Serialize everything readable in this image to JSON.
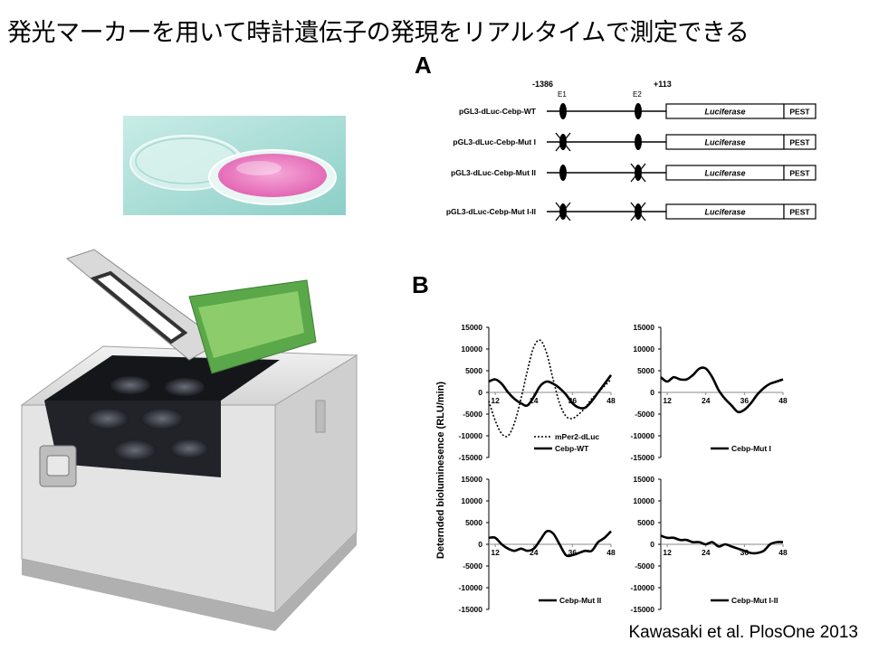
{
  "slide": {
    "title": "発光マーカーを用いて時計遺伝子の発現をリアルタイムで測定できる",
    "citation": "Kawasaki et al. PlosOne 2013"
  },
  "panelA": {
    "label": "A",
    "coord_start": "-1386",
    "coord_end": "+113",
    "enhancers": [
      "E1",
      "E2"
    ],
    "reporter_label": "Luciferase",
    "pest_label": "PEST",
    "constructs": [
      {
        "name": "pGL3-dLuc-Cebp-WT",
        "e1_mutated": false,
        "e2_mutated": false
      },
      {
        "name": "pGL3-dLuc-Cebp-Mut I",
        "e1_mutated": true,
        "e2_mutated": false
      },
      {
        "name": "pGL3-dLuc-Cebp-Mut II",
        "e1_mutated": false,
        "e2_mutated": true
      },
      {
        "name": "pGL3-dLuc-Cebp-Mut I-II",
        "e1_mutated": true,
        "e2_mutated": true
      }
    ]
  },
  "panelB": {
    "label": "B",
    "ylabel": "Deternded bioluminesence  (RLU/min)"
  },
  "chart_data": [
    {
      "type": "line",
      "xticks": [
        12,
        24,
        36,
        48
      ],
      "yticks": [
        15000,
        10000,
        5000,
        0,
        -5000,
        -10000,
        -15000
      ],
      "ylim": [
        -15000,
        15000
      ],
      "xlim": [
        10,
        48
      ],
      "series": [
        {
          "name": "mPer2-dLuc",
          "style": "dotted",
          "x": [
            10,
            12,
            14,
            16,
            18,
            20,
            22,
            24,
            26,
            28,
            30,
            32,
            34,
            36,
            38,
            40,
            42,
            44,
            46,
            48
          ],
          "y": [
            -2000,
            -6500,
            -9500,
            -10000,
            -7000,
            -1500,
            5000,
            10500,
            12000,
            9000,
            3000,
            -2500,
            -5500,
            -6000,
            -5000,
            -3500,
            -1500,
            0,
            1500,
            3000
          ]
        },
        {
          "name": "Cebp-WT",
          "style": "solid",
          "x": [
            10,
            12,
            14,
            16,
            18,
            20,
            22,
            24,
            26,
            28,
            30,
            32,
            34,
            36,
            38,
            40,
            42,
            44,
            46,
            48
          ],
          "y": [
            2500,
            3000,
            2000,
            0,
            -1500,
            -2500,
            -3000,
            -1000,
            1500,
            2500,
            2000,
            1000,
            -500,
            -2500,
            -3500,
            -3500,
            -2000,
            0,
            2000,
            4000
          ]
        }
      ]
    },
    {
      "type": "line",
      "xticks": [
        12,
        24,
        36,
        48
      ],
      "yticks": [
        15000,
        10000,
        5000,
        0,
        -5000,
        -10000,
        -15000
      ],
      "ylim": [
        -15000,
        15000
      ],
      "xlim": [
        10,
        48
      ],
      "series": [
        {
          "name": "Cebp-Mut I",
          "style": "solid",
          "x": [
            10,
            12,
            14,
            16,
            18,
            20,
            22,
            24,
            26,
            28,
            30,
            32,
            34,
            36,
            38,
            40,
            42,
            44,
            46,
            48
          ],
          "y": [
            3500,
            2500,
            3500,
            3000,
            3000,
            4000,
            5500,
            5500,
            3500,
            500,
            -1500,
            -3000,
            -4500,
            -4000,
            -2500,
            -500,
            1000,
            2000,
            2500,
            3000
          ]
        }
      ]
    },
    {
      "type": "line",
      "xticks": [
        12,
        24,
        36,
        48
      ],
      "yticks": [
        15000,
        10000,
        5000,
        0,
        -5000,
        -10000,
        -15000
      ],
      "ylim": [
        -15000,
        15000
      ],
      "xlim": [
        10,
        48
      ],
      "series": [
        {
          "name": "Cebp-Mut II",
          "style": "solid",
          "x": [
            10,
            12,
            14,
            16,
            18,
            20,
            22,
            24,
            26,
            28,
            30,
            32,
            34,
            36,
            38,
            40,
            42,
            44,
            46,
            48
          ],
          "y": [
            1500,
            1500,
            0,
            -1000,
            -1500,
            -1000,
            -1500,
            -1000,
            1000,
            3000,
            2500,
            0,
            -2500,
            -2500,
            -2000,
            -1500,
            -1500,
            500,
            1500,
            3000
          ]
        }
      ]
    },
    {
      "type": "line",
      "xticks": [
        12,
        24,
        36,
        48
      ],
      "yticks": [
        15000,
        10000,
        5000,
        0,
        -5000,
        -10000,
        -15000
      ],
      "ylim": [
        -15000,
        15000
      ],
      "xlim": [
        10,
        48
      ],
      "series": [
        {
          "name": "Cebp-Mut I-II",
          "style": "solid",
          "x": [
            10,
            12,
            14,
            16,
            18,
            20,
            22,
            24,
            26,
            28,
            30,
            32,
            34,
            36,
            38,
            40,
            42,
            44,
            46,
            48
          ],
          "y": [
            2000,
            1500,
            1500,
            1000,
            1000,
            500,
            500,
            0,
            500,
            -500,
            0,
            -500,
            -1000,
            -1500,
            -2000,
            -2000,
            -1500,
            0,
            500,
            500
          ]
        }
      ]
    }
  ]
}
